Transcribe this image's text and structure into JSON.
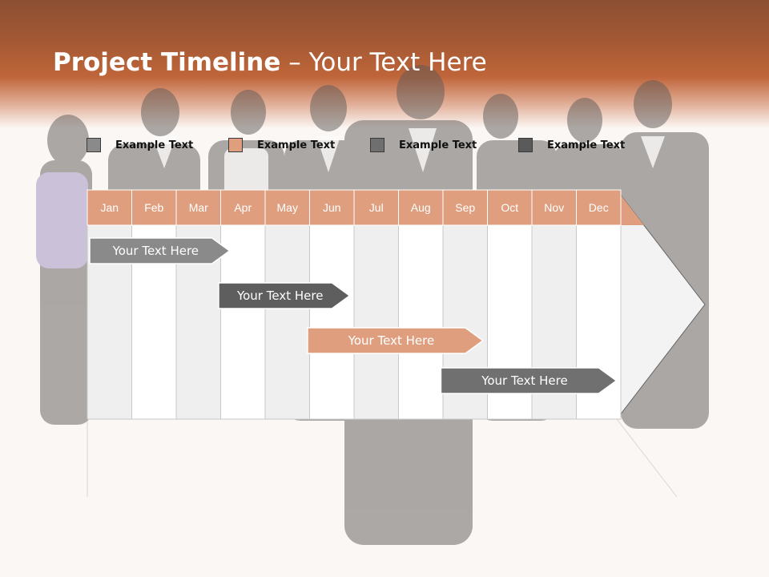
{
  "slide": {
    "title_bold": "Project Timeline",
    "title_rest": " – Your Text Here"
  },
  "colors": {
    "header": "#b45f36",
    "month_header": "#df9f7f",
    "legend_1": "#8a8a8a",
    "legend_2": "#df9f7f",
    "legend_3": "#6f6f6f",
    "legend_4": "#5a5a5a"
  },
  "legend": [
    {
      "label": "Example Text",
      "color": "#8a8a8a"
    },
    {
      "label": "Example Text",
      "color": "#df9f7f"
    },
    {
      "label": "Example Text",
      "color": "#6f6f6f"
    },
    {
      "label": "Example Text",
      "color": "#5a5a5a"
    }
  ],
  "timeline": {
    "months": [
      "Jan",
      "Feb",
      "Mar",
      "Apr",
      "May",
      "Jun",
      "Jul",
      "Aug",
      "Sep",
      "Oct",
      "Nov",
      "Dec"
    ],
    "tasks": [
      {
        "label": "Your  Text Here",
        "color": "#8a8a8a",
        "start_month": 1.0,
        "end_month": 4.2
      },
      {
        "label": "Your  Text Here",
        "color": "#5e5e5e",
        "start_month": 3.9,
        "end_month": 6.9
      },
      {
        "label": "Your  Text Here",
        "color": "#df9f7f",
        "start_month": 5.9,
        "end_month": 9.9
      },
      {
        "label": "Your  Text Here",
        "color": "#707070",
        "start_month": 8.9,
        "end_month": 12.9
      }
    ]
  }
}
